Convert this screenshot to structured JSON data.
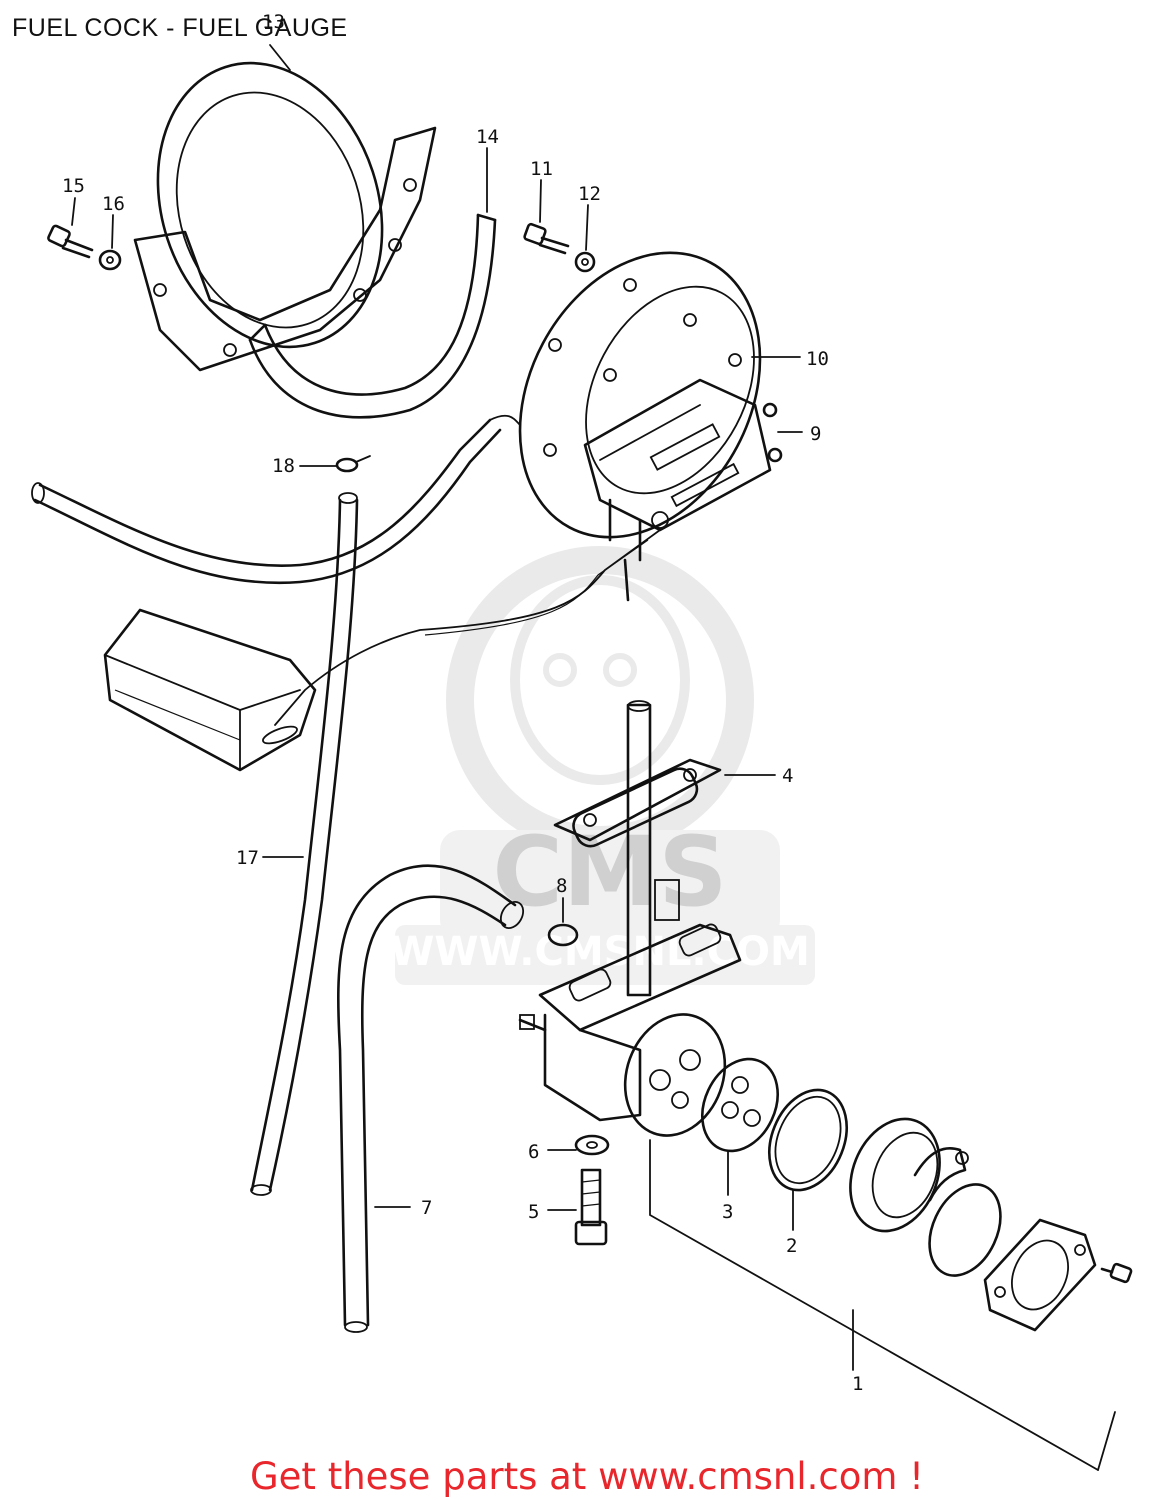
{
  "title": "FUEL COCK - FUEL GAUGE",
  "footer": {
    "prefix": "Get these parts at ",
    "link": "www.cmsnl.com",
    "suffix": " !"
  },
  "watermark": {
    "text": "CMS",
    "url": "WWW.CMSNL.COM",
    "color": "#d9d9d9"
  },
  "callouts": [
    "1",
    "2",
    "3",
    "4",
    "5",
    "6",
    "7",
    "8",
    "9",
    "10",
    "11",
    "12",
    "13",
    "14",
    "15",
    "16",
    "17",
    "18"
  ],
  "colors": {
    "line": "#111111",
    "footer": "#e8262b"
  }
}
